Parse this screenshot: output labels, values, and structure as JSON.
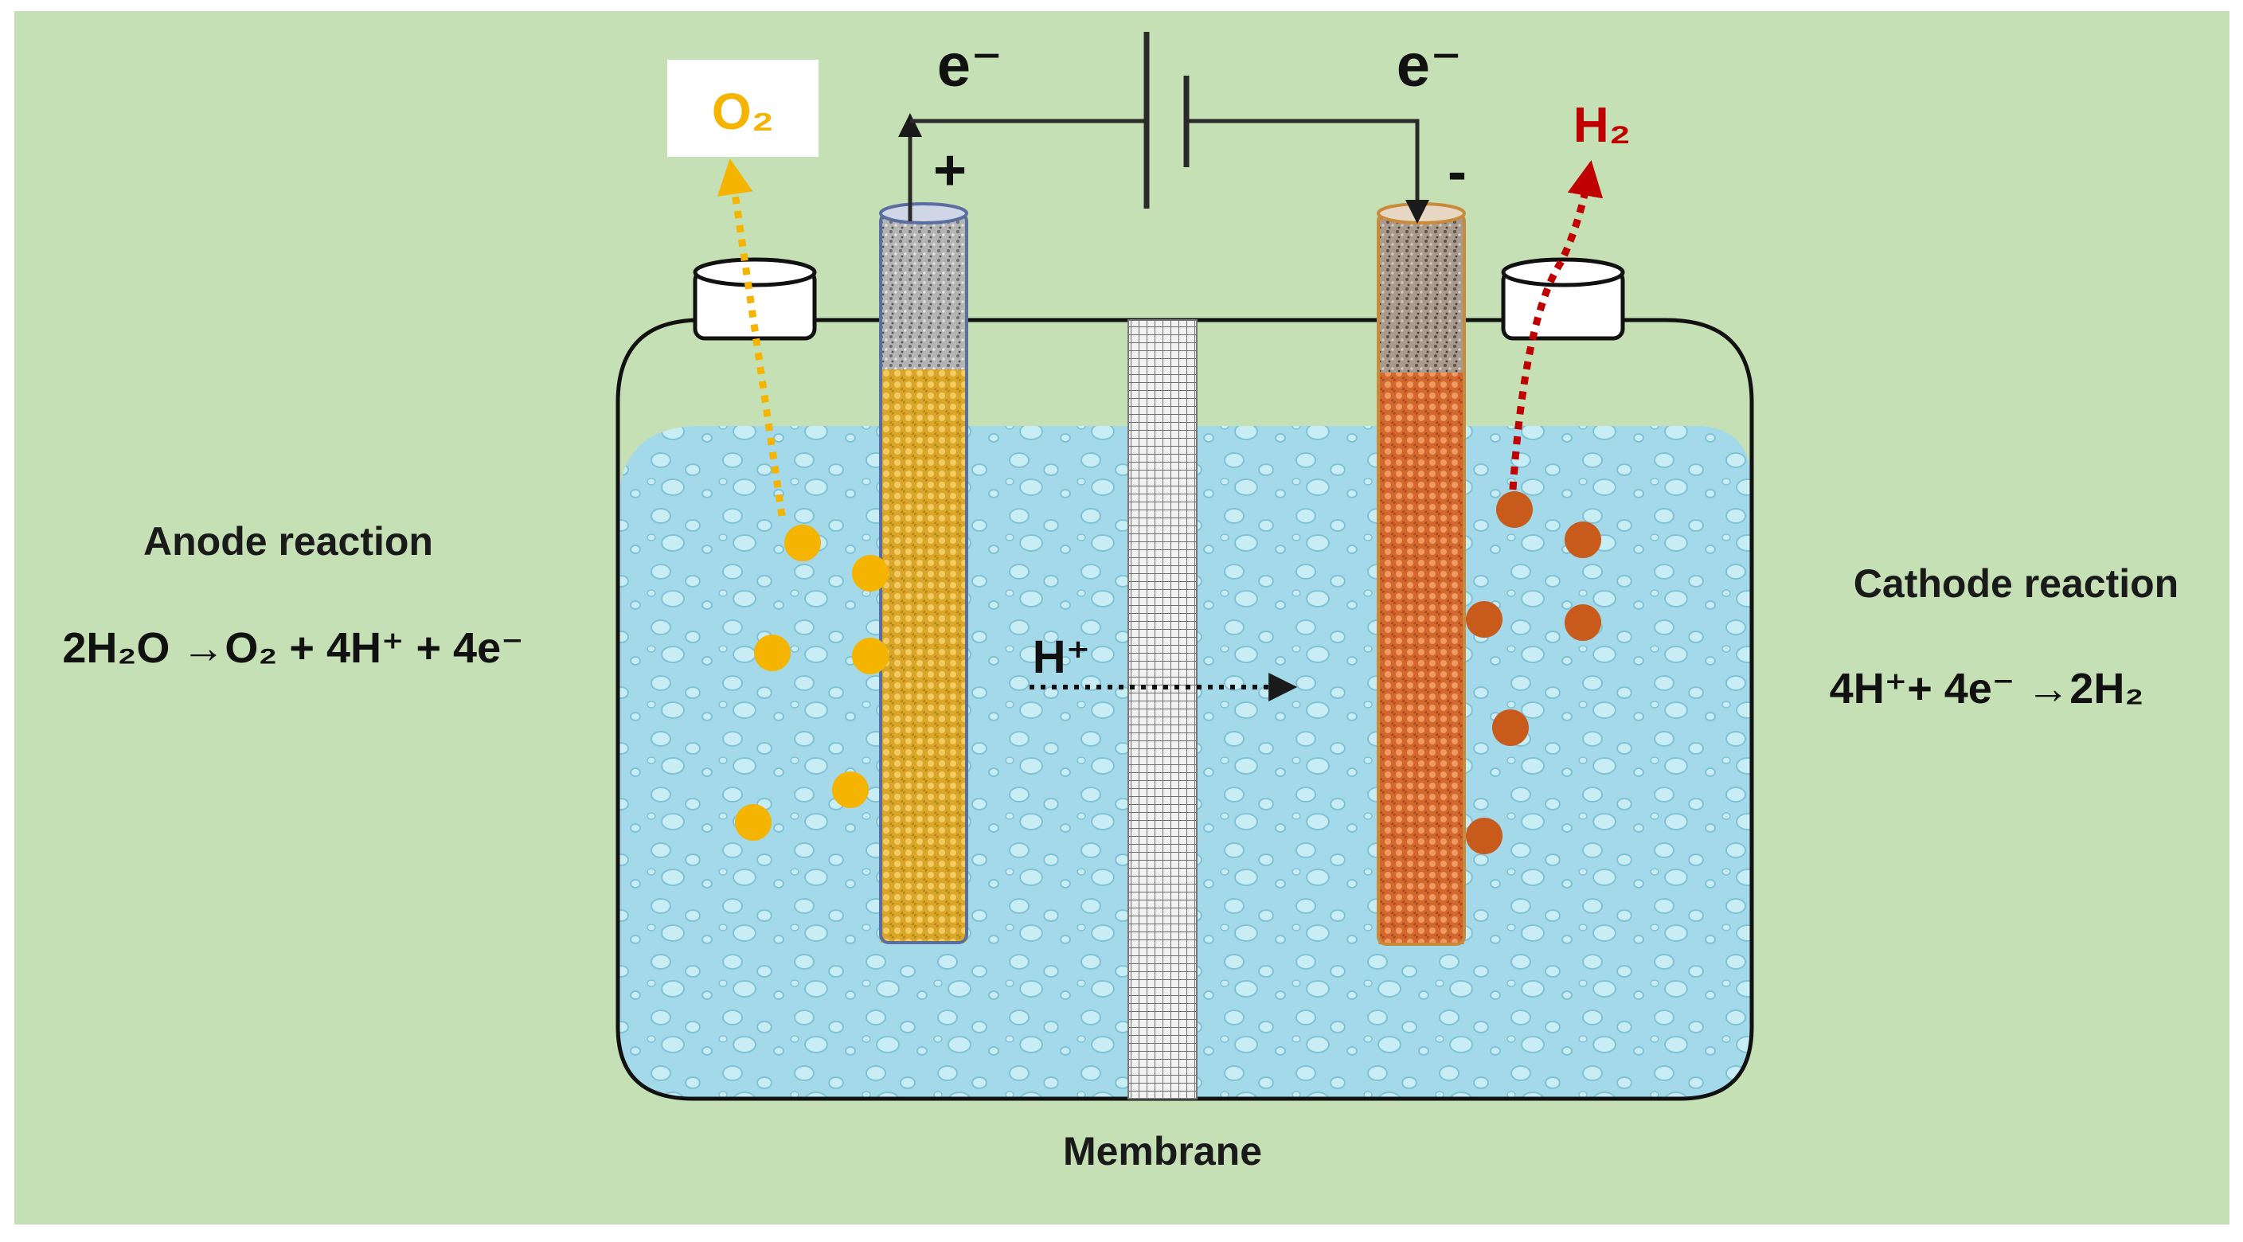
{
  "labels": {
    "e_left": "e⁻",
    "e_right": "e⁻",
    "plus": "+",
    "minus": "-",
    "o2": "O₂",
    "h2": "H₂",
    "h_plus": "H⁺",
    "membrane": "Membrane",
    "anode_title": "Anode reaction",
    "anode_equation": "2H₂O →O₂ + 4H⁺ + 4e⁻",
    "cathode_title": "Cathode reaction",
    "cathode_equation": "4H⁺+ 4e⁻ →2H₂"
  },
  "colors": {
    "background": "#c5e0b4",
    "electrolyte": "#9fd8e6",
    "anode_coating": "#d7a72b",
    "cathode_coating": "#d26a2f",
    "oxygen": "#f5b400",
    "hydrogen": "#c00000",
    "cathode_bubble": "#c85a1c"
  }
}
